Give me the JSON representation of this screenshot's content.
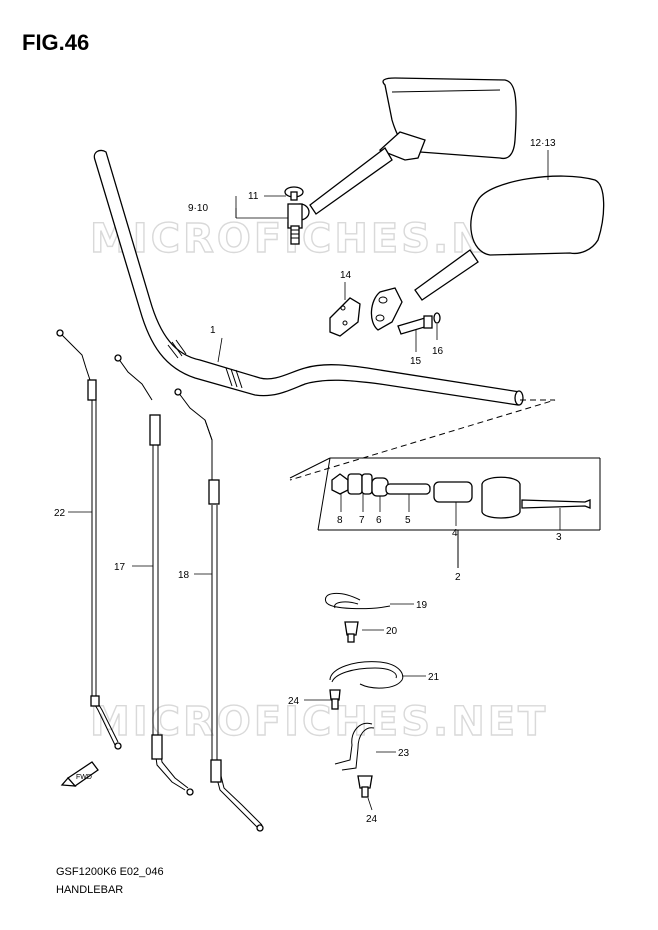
{
  "figure": {
    "title": "FIG.46"
  },
  "watermark": {
    "text": "MICROFICHES.NET"
  },
  "footer": {
    "model_code": "GSF1200K6 E02_046",
    "section_name": "HANDLEBAR"
  },
  "fwd_badge": {
    "text": "FWD"
  },
  "callouts": {
    "p1": "1",
    "p2": "2",
    "p3": "3",
    "p4": "4",
    "p5": "5",
    "p6": "6",
    "p7": "7",
    "p8": "8",
    "p9_10": "9·10",
    "p11": "11",
    "p12_13": "12·13",
    "p14": "14",
    "p15": "15",
    "p16": "16",
    "p17": "17",
    "p18": "18",
    "p19": "19",
    "p20": "20",
    "p21": "21",
    "p22": "22",
    "p23": "23",
    "p24a": "24",
    "p24b": "24"
  },
  "colors": {
    "ink": "#000000",
    "watermark": "#d9d9d9",
    "background": "#ffffff"
  }
}
